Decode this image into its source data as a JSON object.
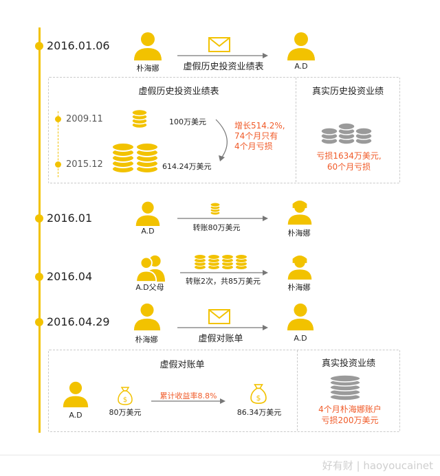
{
  "events": [
    {
      "date": "2016.01.06",
      "from": "朴海娜",
      "to": "A.D",
      "item": "虚假历史投资业绩表"
    },
    {
      "date": "2016.01",
      "from": "A.D",
      "to": "朴海娜",
      "item": "转账80万美元"
    },
    {
      "date": "2016.04",
      "from": "A.D父母",
      "to": "朴海娜",
      "item": "转账2次，共85万美元"
    },
    {
      "date": "2016.04.29",
      "from": "朴海娜",
      "to": "A.D",
      "item": "虚假对账单"
    }
  ],
  "box1": {
    "left_title": "虚假历史投资业绩表",
    "right_title": "真实历史投资业绩",
    "sub_dates": [
      "2009.11",
      "2015.12"
    ],
    "amount_start": "100万美元",
    "amount_end": "614.24万美元",
    "growth": [
      "增长514.2%,",
      "74个月只有",
      "4个月亏损"
    ],
    "real": [
      "亏损1634万美元,",
      "60个月亏损"
    ]
  },
  "box2": {
    "left_title": "虚假对账单",
    "right_title": "真实投资业绩",
    "person": "A.D",
    "amount_start": "80万美元",
    "rate": "累计收益率8.8%",
    "amount_end": "86.34万美元",
    "real": [
      "4个月朴海娜账户",
      "亏损200万美元"
    ]
  },
  "footer": "好有财 | haoyoucainet",
  "colors": {
    "accent": "#f2c200",
    "highlight": "#f05a28",
    "gray_coin": "#9a9a9a"
  }
}
